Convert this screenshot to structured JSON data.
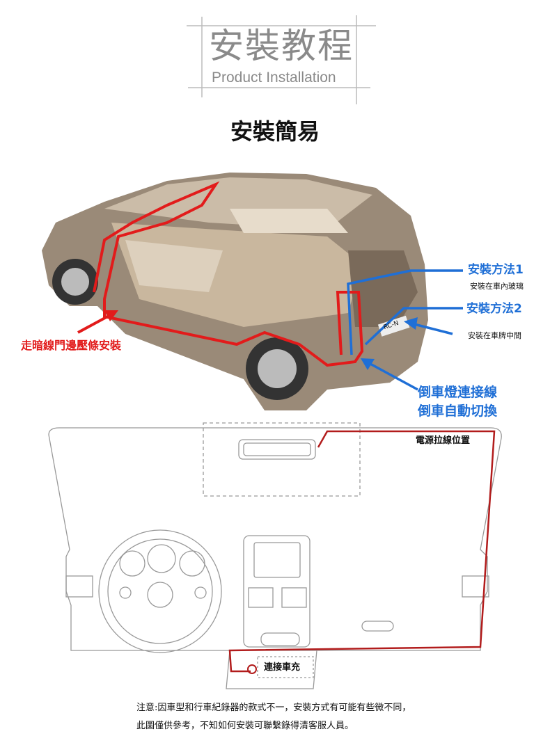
{
  "header": {
    "title_cn": "安裝教程",
    "title_en": "Product Installation",
    "heading": "安裝簡易"
  },
  "car_diagram": {
    "wire_label": "走暗線門邊壓條安裝",
    "method1_title": "安裝方法1",
    "method1_desc": "安裝在車內玻璃",
    "method2_title": "安裝方法2",
    "method2_desc": "安裝在車牌中間",
    "reverse_line1": "倒車燈連接線",
    "reverse_line2": "倒車自動切換",
    "plate_text": "RC-N"
  },
  "dash_diagram": {
    "power_route_label": "電源拉線位置",
    "charger_label": "連接車充"
  },
  "notes": {
    "line1": "注意:因車型和行車紀錄器的款式不一，安裝方式有可能有些微不同，",
    "line2": "此圖僅供參考，不知如何安裝可聯繫錄得清客服人員。"
  },
  "colors": {
    "accent_blue": "#1f6fd6",
    "wire_red": "#e21b1b",
    "title_gray": "#8a8a8a"
  }
}
